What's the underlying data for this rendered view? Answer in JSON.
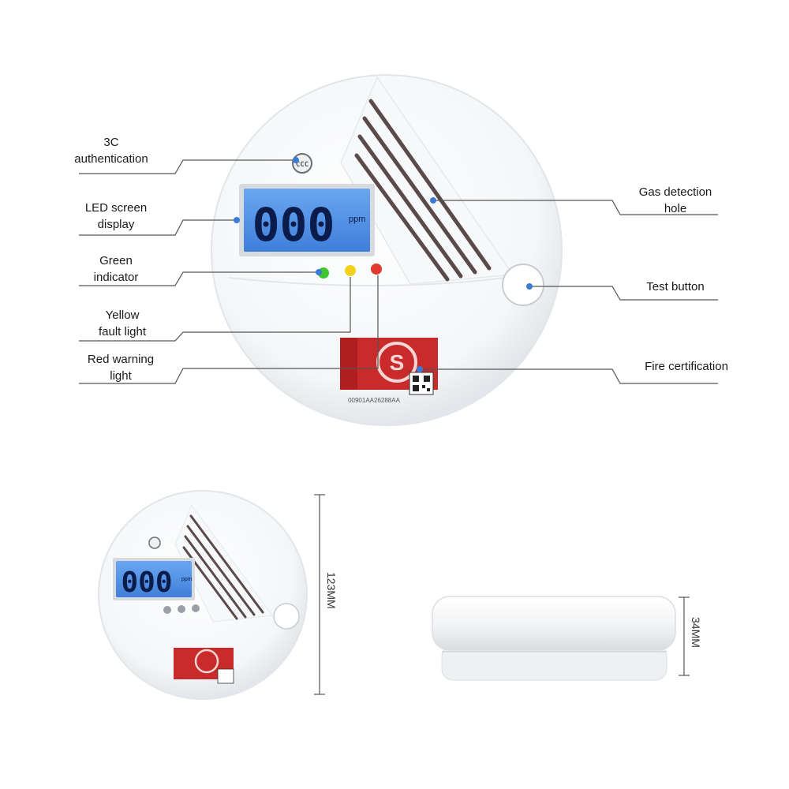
{
  "labels": {
    "auth_3c": [
      "3C",
      "authentication"
    ],
    "led_screen": [
      "LED screen",
      "display"
    ],
    "green_indicator": [
      "Green",
      "indicator"
    ],
    "yellow_fault": [
      "Yellow",
      "fault light"
    ],
    "red_warning": [
      "Red warning",
      "light"
    ],
    "gas_hole": [
      "Gas detection",
      "hole"
    ],
    "test_button": [
      "Test button"
    ],
    "fire_cert": [
      "Fire certification"
    ]
  },
  "device": {
    "lcd_value": "000",
    "lcd_unit": "ppm",
    "cert_code": "00901AA26288AA",
    "cert_mark_text": "S"
  },
  "dimensions": {
    "diameter": "123MM",
    "height": "34MM"
  },
  "colors": {
    "lcd_bg": "#4f8fe6",
    "led_green": "#3ec62e",
    "led_yellow": "#f2d21c",
    "led_red": "#e23a2e",
    "cert_red": "#c92a2a",
    "callout_dot": "#3a7bd5"
  },
  "icons": [
    "3c-mark-icon",
    "fire-cert-s-icon",
    "qr-code-icon"
  ]
}
